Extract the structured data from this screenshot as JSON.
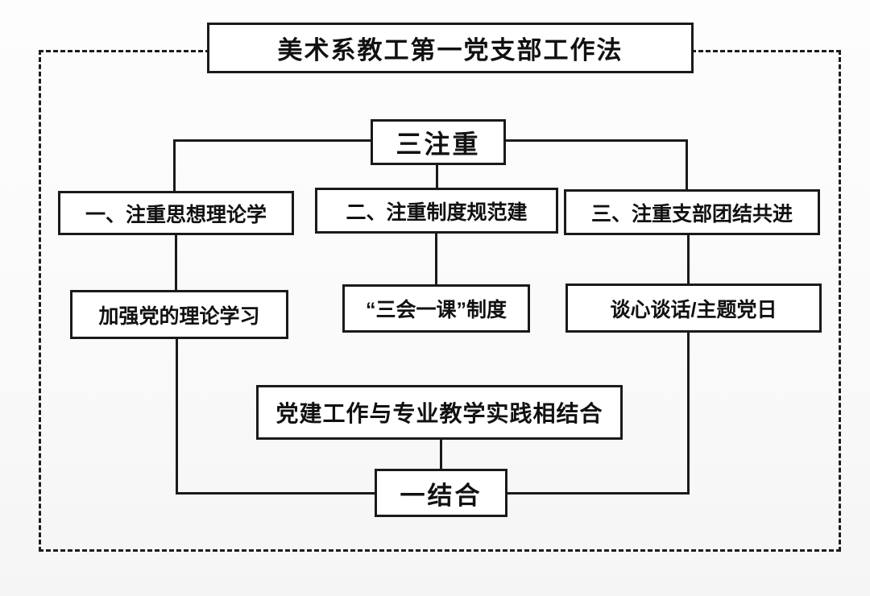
{
  "diagram": {
    "title": "美术系教工第一党支部工作法",
    "top_node_label": "三注重",
    "bottom_node_label": "一结合",
    "branches": [
      {
        "heading": "一、注重思想理论学",
        "detail": "加强党的理论学习"
      },
      {
        "heading": "二、注重制度规范建",
        "detail": "“三会一课”制度"
      },
      {
        "heading": "三、注重支部团结共进",
        "detail": "谈心谈话/主题党日"
      }
    ],
    "integration_label": "党建工作与专业教学实践相结合"
  },
  "colors": {
    "line": "#1a1a1a",
    "box_fill": "#ffffff",
    "background": "#fafafa",
    "text": "#111111"
  }
}
